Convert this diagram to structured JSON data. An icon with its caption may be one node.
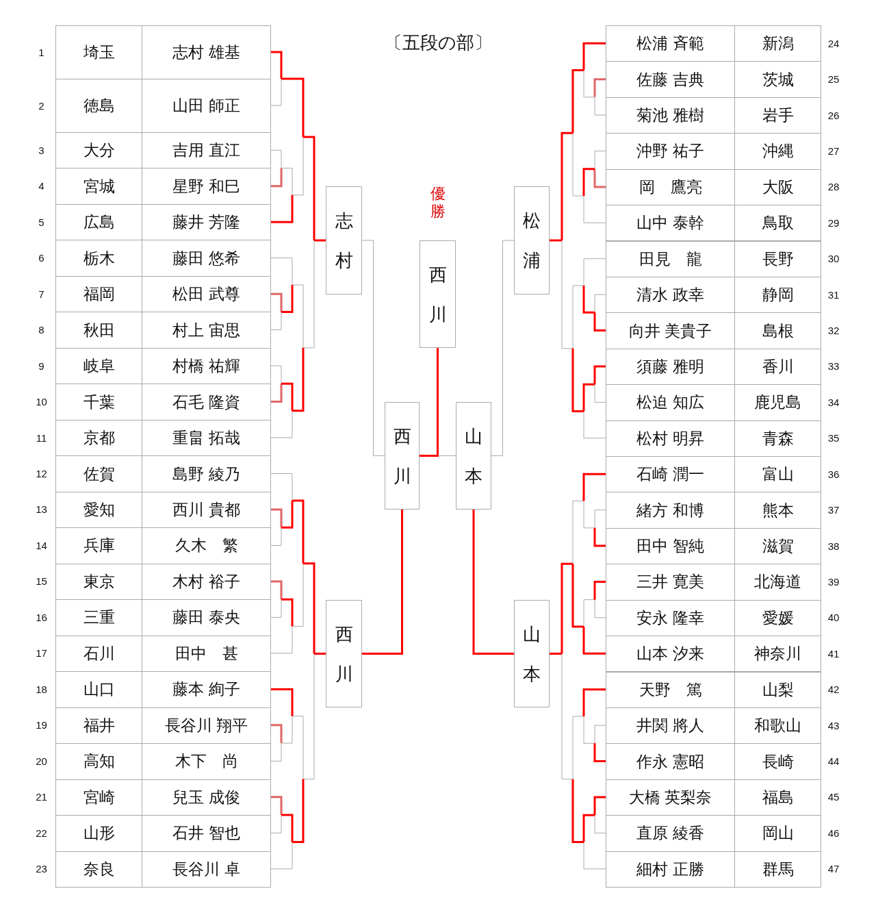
{
  "diagram": {
    "title": "〔五段の部〕",
    "nodes": [
      {
        "text": [
          "志村"
        ]
      },
      {
        "text": [
          "西川"
        ]
      },
      {
        "text": [
          "西川"
        ]
      },
      {
        "text": [
          "西川"
        ],
        "beside": [
          "優勝"
        ]
      },
      {
        "text": [
          "山本"
        ]
      },
      {
        "text": [
          "松浦"
        ]
      },
      {
        "text": [
          "山本"
        ]
      }
    ],
    "edges": [
      {
        "from": 0,
        "to": 2,
        "arrow": "none"
      },
      {
        "from": 1,
        "to": 2,
        "arrow": "none",
        "style": "thick",
        "color": "#ff0000"
      },
      {
        "from": 2,
        "to": 3,
        "arrow": "none",
        "style": "thick",
        "color": "#ff0000"
      },
      {
        "from": 4,
        "to": 3,
        "arrow": "none"
      },
      {
        "from": 5,
        "to": 4,
        "arrow": "none"
      },
      {
        "from": 6,
        "to": 4,
        "arrow": "none",
        "style": "thick",
        "color": "#ff0000"
      }
    ],
    "labels": [
      "1",
      "埼玉",
      "志村 雄基",
      "2",
      "徳島",
      "山田 師正",
      "3",
      "大分",
      "吉用 直江",
      "4",
      "宮城",
      "星野 和巳",
      "5",
      "広島",
      "藤井 芳隆",
      "6",
      "栃木",
      "藤田 悠希",
      "7",
      "福岡",
      "松田 武尊",
      "8",
      "秋田",
      "村上 宙思",
      "9",
      "岐阜",
      "村橋 祐輝",
      "10",
      "千葉",
      "石毛 隆資",
      "11",
      "京都",
      "重畠 拓哉",
      "12",
      "佐賀",
      "島野 綾乃",
      "13",
      "愛知",
      "西川 貴都",
      "14",
      "兵庫",
      "久木　繁",
      "15",
      "東京",
      "木村 裕子",
      "16",
      "三重",
      "藤田 泰央",
      "17",
      "石川",
      "田中　甚",
      "18",
      "山口",
      "藤本 絢子",
      "19",
      "福井",
      "長谷川 翔平",
      "20",
      "高知",
      "木下　尚",
      "21",
      "宮崎",
      "兒玉 成俊",
      "22",
      "山形",
      "石井 智也",
      "23",
      "奈良",
      "長谷川 卓",
      "松浦 斉範",
      "新潟",
      "24",
      "佐藤 吉典",
      "茨城",
      "25",
      "菊池 雅樹",
      "岩手",
      "26",
      "沖野 祐子",
      "沖縄",
      "27",
      "岡　鷹亮",
      "大阪",
      "28",
      "山中 泰幹",
      "鳥取",
      "29",
      "田見　龍",
      "長野",
      "30",
      "清水 政幸",
      "静岡",
      "31",
      "向井 美貴子",
      "島根",
      "32",
      "須藤 雅明",
      "香川",
      "33",
      "松迫 知広",
      "鹿児島",
      "34",
      "松村 明昇",
      "青森",
      "35",
      "石崎 潤一",
      "富山",
      "36",
      "緒方 和博",
      "熊本",
      "37",
      "田中 智純",
      "滋賀",
      "38",
      "三井 寛美",
      "北海道",
      "39",
      "安永 隆幸",
      "愛媛",
      "40",
      "山本 汐来",
      "神奈川",
      "41",
      "天野　篤",
      "山梨",
      "42",
      "井関 將人",
      "和歌山",
      "43",
      "作永 憲昭",
      "長崎",
      "44",
      "大橋 英梨奈",
      "福島",
      "45",
      "直原 綾香",
      "岡山",
      "46",
      "細村 正勝",
      "群馬",
      "47"
    ]
  }
}
